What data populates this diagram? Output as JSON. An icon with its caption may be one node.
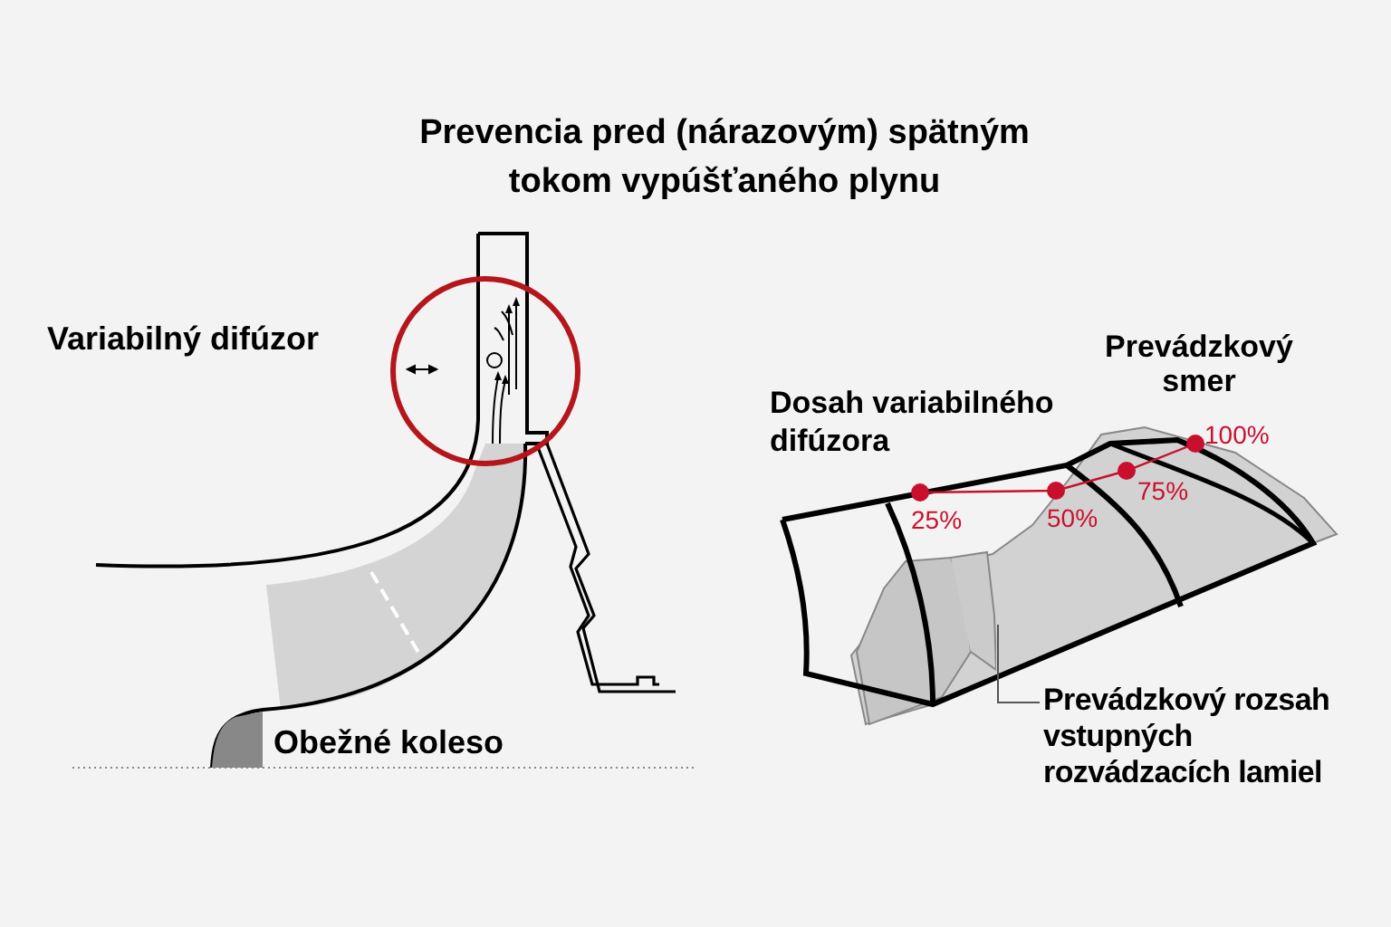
{
  "diagram": {
    "title": "Prevencia pred (nárazovým) spätným tokom vypúšťaného plynu",
    "nodes": [
      {
        "text": [
          "Prevádzkový rozsah vstupných rozvádzacích lamiel"
        ]
      },
      {
        "text": [],
        "shape": "picture"
      }
    ],
    "edges": [
      {
        "from": 0,
        "to": 1,
        "arrow": "none"
      }
    ],
    "labels": [
      "Variabilný difúzor",
      "Obežné koleso",
      "Dosah variabilného difúzora",
      "Prevádzkový smer",
      "25%",
      "50%",
      "75%",
      "100%"
    ]
  }
}
